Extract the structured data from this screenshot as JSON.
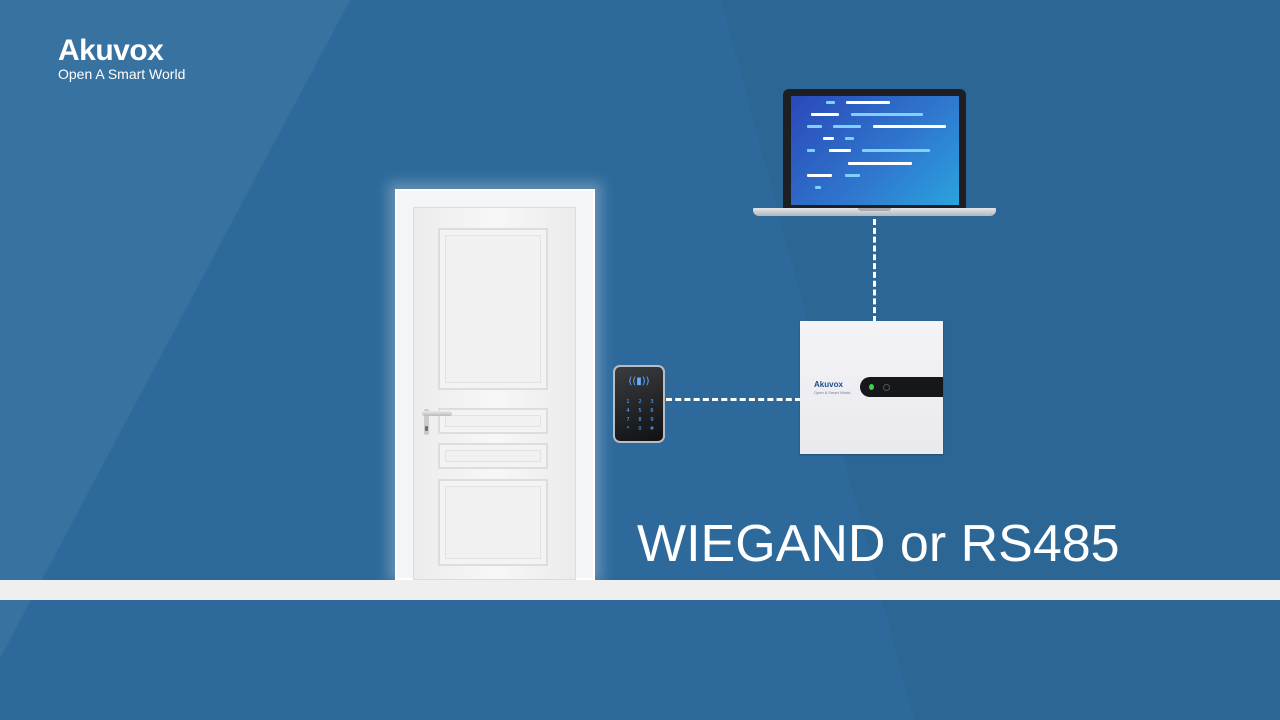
{
  "logo": {
    "brand": "Akuvox",
    "tagline": "Open A Smart World"
  },
  "caption": "WIEGAND or RS485",
  "reader": {
    "rfid_icon": "rfid-icon",
    "keys": [
      "1",
      "2",
      "3",
      "4",
      "5",
      "6",
      "7",
      "8",
      "9",
      "*",
      "0",
      "#"
    ]
  },
  "controller": {
    "brand": "Akuvox",
    "tagline": "Open A Smart World"
  },
  "colors": {
    "background": "#2d6a9b",
    "floor": "#efefef",
    "caption": "#ffffff",
    "led": "#3bd14a"
  }
}
